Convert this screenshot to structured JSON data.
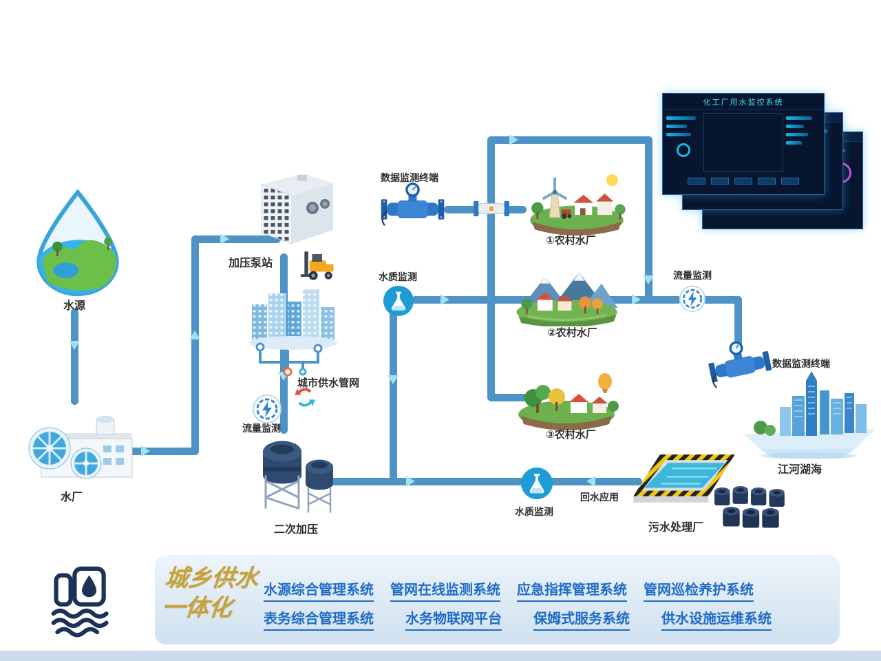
{
  "title": "城乡供水一体化",
  "colors": {
    "pipe": "#4e93c6",
    "arrow": "#a5dff2",
    "monitor_blue": "#1e9cd7",
    "brand_gold": "#c7a23b",
    "system_link_blue": "#1f6bc8",
    "banner_bg": "#dbe9f4",
    "dashboard_bg": "#07152f",
    "dashboard_accent": "#43dff2"
  },
  "nodes": {
    "water_source": {
      "label": "水源"
    },
    "water_plant": {
      "label": "水厂"
    },
    "pump_station": {
      "label": "加压泵站"
    },
    "city_network": {
      "label": "城市供水管网"
    },
    "flow_monitor_left": {
      "label": "流量监测"
    },
    "secondary_pressure": {
      "label": "二次加压"
    },
    "data_terminal_top": {
      "label": "数据监测终端"
    },
    "water_quality_mid": {
      "label": "水质监测"
    },
    "rural_plant_1": {
      "label": "①农村水厂"
    },
    "rural_plant_2": {
      "label": "②农村水厂"
    },
    "rural_plant_3": {
      "label": "③农村水厂"
    },
    "flow_monitor_right": {
      "label": "流量监测"
    },
    "data_terminal_right": {
      "label": "数据监测终端"
    },
    "rivers_lakes": {
      "label": "江河湖海"
    },
    "sewage_plant": {
      "label": "污水处理厂"
    },
    "return_water": {
      "label": "回水应用"
    },
    "water_quality_bottom": {
      "label": "水质监测"
    }
  },
  "dashboard": {
    "title": "化工厂用水监控系统"
  },
  "banner": {
    "brand_line1": "城乡供水",
    "brand_line2": "一体化",
    "systems_row1": [
      "水源综合管理系统",
      "管网在线监测系统",
      "应急指挥管理系统",
      "管网巡检养护系统"
    ],
    "systems_row2": [
      "表务综合管理系统",
      "水务物联网平台",
      "保姆式服务系统",
      "供水设施运维系统"
    ]
  }
}
